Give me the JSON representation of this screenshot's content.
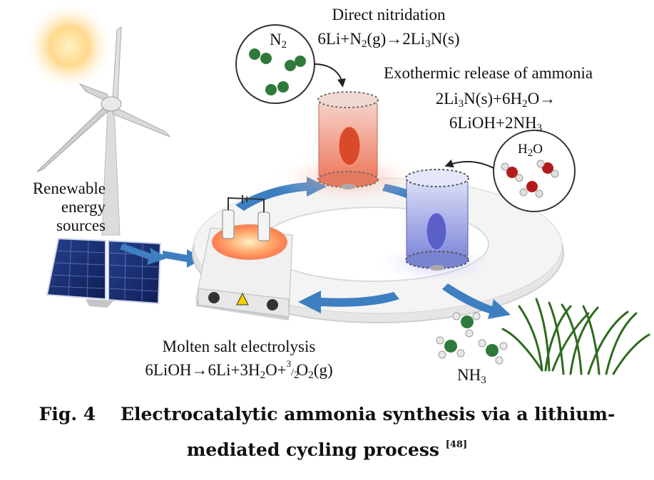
{
  "labels": {
    "renewable_line1": "Renewable",
    "renewable_line2": "energy",
    "renewable_line3": "sources",
    "nitridation_title": "Direct nitridation",
    "nitridation_eq": {
      "a": "6Li+N",
      "a_sub": "2",
      "b": "(g)→2Li",
      "b_sub": "3",
      "c": "N(s)"
    },
    "release_title": "Exothermic release of ammonia",
    "release_eq1": {
      "a": "2Li",
      "a_sub": "3",
      "b": "N(s)+6H",
      "b_sub": "2",
      "c": "O→"
    },
    "release_eq2": {
      "a": "6LiOH+2NH",
      "a_sub": "3"
    },
    "n2": {
      "main": "N",
      "sub": "2"
    },
    "h2o": {
      "main": "H",
      "sub": "2",
      "tail": "O"
    },
    "nh3": {
      "main": "NH",
      "sub": "3"
    },
    "electrolysis_title": "Molten salt electrolysis",
    "electrolysis_eq": {
      "a": "6LiOH→6Li+3H",
      "a_sub": "2",
      "b": "O+",
      "num": "3",
      "den": "2",
      "c": "O",
      "c_sub": "2",
      "d": "(g)"
    }
  },
  "caption": {
    "fig": "Fig. 4",
    "line1": "Electrocatalytic ammonia synthesis via a lithium-",
    "line2": "mediated cycling process",
    "ref": "[48]"
  },
  "colors": {
    "arrow_blue": "#3d7fc1",
    "hot_reactor": "#f08a6b",
    "cold_reactor": "#7d86d8",
    "nitrogen_atom": "#2f7a3a",
    "oxygen_atom": "#b51a1a",
    "hydrogen_atom": "#e8e8e8",
    "sun": "#ffd27a"
  },
  "icons": [
    "sun-icon",
    "wind-turbine-icon",
    "solar-panel-icon",
    "electrolyzer-icon",
    "reactor-icon",
    "molecule-icon",
    "grass-icon",
    "flow-arrow-icon"
  ]
}
